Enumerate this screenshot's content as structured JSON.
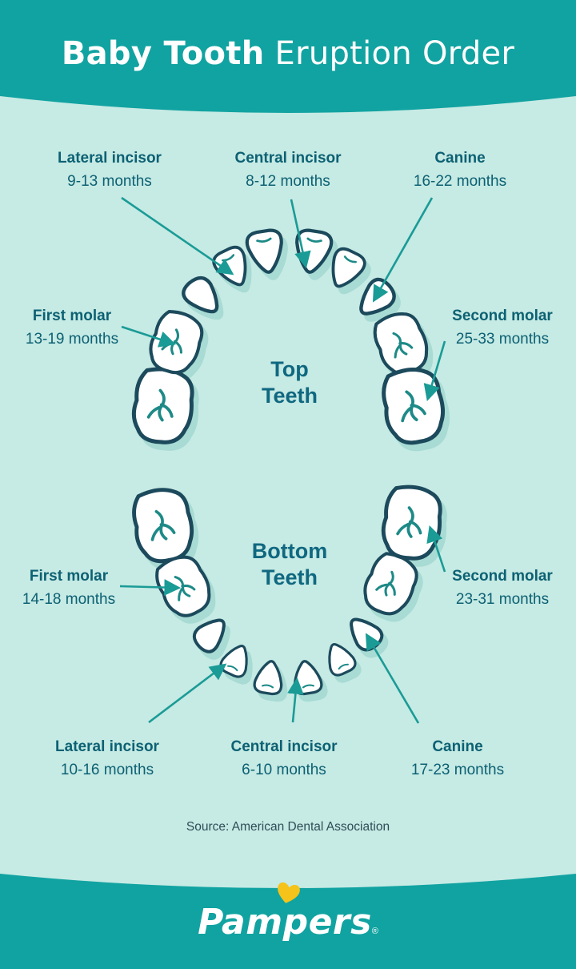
{
  "header": {
    "title_bold": "Baby Tooth",
    "title_light": "Eruption Order"
  },
  "top": {
    "heading_line1": "Top",
    "heading_line2": "Teeth",
    "labels": {
      "lateral_incisor": {
        "name": "Lateral incisor",
        "range": "9-13 months"
      },
      "central_incisor": {
        "name": "Central incisor",
        "range": "8-12 months"
      },
      "canine": {
        "name": "Canine",
        "range": "16-22 months"
      },
      "first_molar": {
        "name": "First molar",
        "range": "13-19 months"
      },
      "second_molar": {
        "name": "Second molar",
        "range": "25-33 months"
      }
    }
  },
  "bottom": {
    "heading_line1": "Bottom",
    "heading_line2": "Teeth",
    "labels": {
      "first_molar": {
        "name": "First molar",
        "range": "14-18 months"
      },
      "second_molar": {
        "name": "Second molar",
        "range": "23-31 months"
      },
      "lateral_incisor": {
        "name": "Lateral incisor",
        "range": "10-16 months"
      },
      "central_incisor": {
        "name": "Central incisor",
        "range": "6-10 months"
      },
      "canine": {
        "name": "Canine",
        "range": "17-23 months"
      }
    }
  },
  "source": "Source: American Dental Association",
  "footer": {
    "brand": "Pampers",
    "registered": "®"
  },
  "colors": {
    "header_teal": "#11A3A1",
    "background": "#C6EAE4",
    "label_text": "#0C6173",
    "arrow": "#1A9B96",
    "tooth_outline": "#1C4A5C",
    "tooth_shadow": "#A7DBD3",
    "heart_yellow": "#F5C319"
  }
}
